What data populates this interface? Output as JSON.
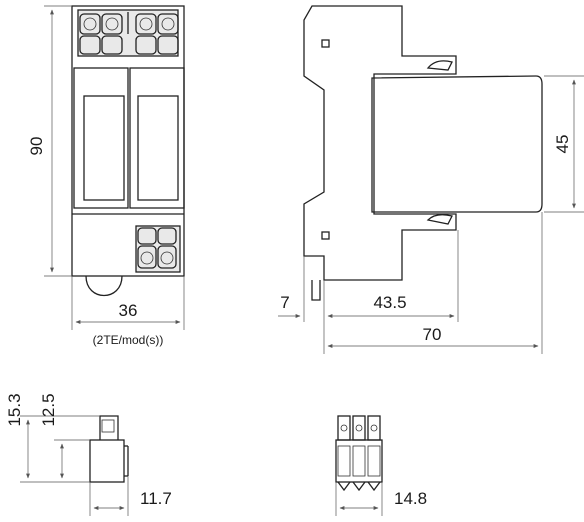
{
  "front_view": {
    "height_label": "90",
    "width_label": "36",
    "module_note": "(2TE/mod(s))"
  },
  "side_view": {
    "module_height_label": "45",
    "rail_offset_label": "7",
    "body_depth_label": "43.5",
    "total_depth_label": "70"
  },
  "terminal_side_view": {
    "total_height_label": "15.3",
    "upper_height_label": "12.5",
    "width_label": "11.7"
  },
  "terminal_front_view": {
    "width_label": "14.8"
  }
}
